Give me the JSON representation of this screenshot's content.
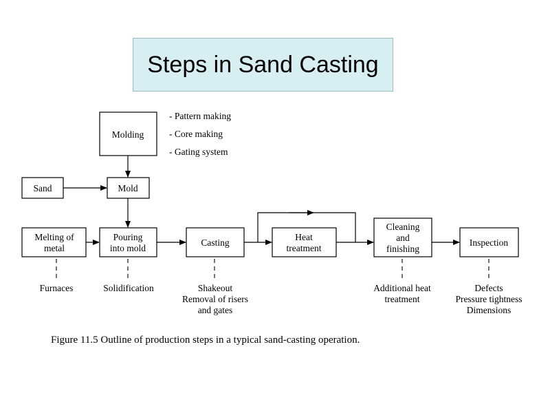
{
  "title": "Steps in Sand Casting",
  "nodes": {
    "molding": "Molding",
    "sand": "Sand",
    "mold": "Mold",
    "melting": [
      "Melting of",
      "metal"
    ],
    "pouring": [
      "Pouring",
      "into mold"
    ],
    "casting": "Casting",
    "heat_treatment": [
      "Heat",
      "treatment"
    ],
    "cleaning": [
      "Cleaning",
      "and",
      "finishing"
    ],
    "inspection": "Inspection"
  },
  "molding_notes": [
    "- Pattern making",
    "- Core making",
    "- Gating system"
  ],
  "notes": {
    "melting": [
      "Furnaces"
    ],
    "pouring": [
      "Solidification"
    ],
    "casting": [
      "Shakeout",
      "Removal of risers",
      "and gates"
    ],
    "cleaning": [
      "Additional heat",
      "treatment"
    ],
    "inspection": [
      "Defects",
      "Pressure tightness",
      "Dimensions"
    ]
  },
  "caption": "Figure 11.5 Outline of production steps in a typical sand-casting operation."
}
